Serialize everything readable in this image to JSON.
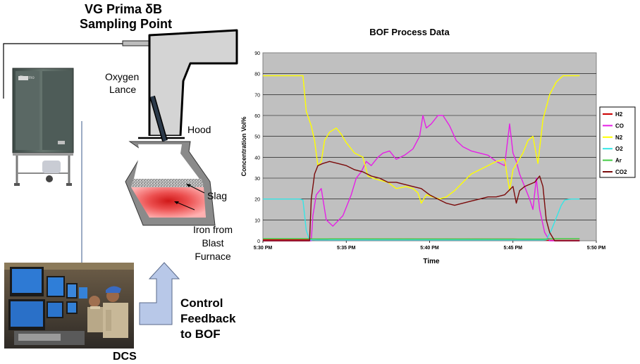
{
  "diagram": {
    "sampling_title_line1": "VG Prima δB",
    "sampling_title_line2": "Sampling Point",
    "oxygen_lance_line1": "Oxygen",
    "oxygen_lance_line2": "Lance",
    "hood": "Hood",
    "slag": "Slag",
    "iron_line1": "Iron from",
    "iron_line2": "Blast",
    "iron_line3": "Furnace",
    "control_line1": "Control",
    "control_line2": "Feedback",
    "control_line3": "to BOF",
    "dcs": "DCS",
    "analyzer_brand": "Thermo",
    "colors": {
      "hood": "#d4d4d4",
      "vessel": "#8a8a8a",
      "iron_center": "#d42020",
      "iron_edge": "#ff9a9a",
      "arrow": "#b8c8e8",
      "cabinet": "#586763"
    }
  },
  "chart_data": {
    "type": "line",
    "title": "BOF Process Data",
    "xlabel": "Time",
    "ylabel": "Concentration Vol%",
    "x_ticks": [
      "5:30 PM",
      "5:35 PM",
      "5:40 PM",
      "5:45 PM",
      "5:50 PM"
    ],
    "x_range_minutes": [
      0,
      20
    ],
    "y_ticks": [
      "0",
      "10",
      "20",
      "30",
      "40",
      "50",
      "60",
      "70",
      "80",
      "90"
    ],
    "ylim": [
      0,
      90
    ],
    "grid": true,
    "plot_background": "#c0c0c0",
    "legend_position": "right",
    "series": [
      {
        "name": "H2",
        "color": "#cc0000",
        "x": [
          0,
          2.9,
          3.0,
          4,
          10,
          15,
          16.6,
          16.9,
          17,
          19
        ],
        "y": [
          0.5,
          0.5,
          0.3,
          0.8,
          0.8,
          0.8,
          0.6,
          0.3,
          0.2,
          0.2
        ]
      },
      {
        "name": "CO",
        "color": "#e61ee6",
        "x": [
          0,
          2.9,
          3.0,
          3.2,
          3.5,
          3.8,
          4.2,
          4.8,
          5.3,
          5.6,
          5.9,
          6.2,
          6.5,
          6.9,
          7.2,
          7.6,
          8.0,
          8.5,
          9.0,
          9.4,
          9.6,
          9.8,
          10.1,
          10.5,
          10.8,
          11.2,
          11.6,
          12.0,
          12.5,
          13.0,
          13.5,
          14.0,
          14.5,
          14.8,
          15.0,
          15.2,
          15.4,
          15.7,
          16.0,
          16.2,
          16.4,
          16.6,
          16.9,
          17.2,
          18,
          19
        ],
        "y": [
          0,
          0,
          12,
          22,
          25,
          10,
          7,
          12,
          22,
          30,
          33,
          38,
          36,
          40,
          42,
          43,
          39,
          41,
          44,
          50,
          60,
          54,
          56,
          60,
          60,
          55,
          48,
          45,
          43,
          42,
          41,
          38,
          36,
          56,
          42,
          38,
          32,
          26,
          20,
          15,
          30,
          15,
          4,
          0,
          0,
          0
        ]
      },
      {
        "name": "N2",
        "color": "#ffff00",
        "x": [
          0,
          2.2,
          2.4,
          2.6,
          2.9,
          3.1,
          3.3,
          3.5,
          3.7,
          4.0,
          4.4,
          4.7,
          5.0,
          5.5,
          6.0,
          6.3,
          6.6,
          7.0,
          7.5,
          8.0,
          8.6,
          9.0,
          9.3,
          9.5,
          9.8,
          10.2,
          10.6,
          11.0,
          11.5,
          12.0,
          12.5,
          13.0,
          13.5,
          14.0,
          14.5,
          14.8,
          15.0,
          15.3,
          15.6,
          15.9,
          16.2,
          16.5,
          16.8,
          17.2,
          17.6,
          18,
          19
        ],
        "y": [
          79,
          79,
          79,
          62,
          55,
          48,
          36,
          38,
          48,
          52,
          54,
          51,
          47,
          42,
          40,
          31,
          30,
          29,
          28,
          25,
          26,
          25,
          23,
          18,
          22,
          21,
          20,
          21,
          24,
          28,
          32,
          34,
          36,
          38,
          39,
          24,
          34,
          38,
          42,
          48,
          50,
          37,
          58,
          70,
          76,
          79,
          79
        ]
      },
      {
        "name": "O2",
        "color": "#33e6e6",
        "x": [
          0,
          2.2,
          2.4,
          2.6,
          2.8,
          17.0,
          17.3,
          17.6,
          17.9,
          18.1,
          18.5,
          19
        ],
        "y": [
          20,
          20,
          19.5,
          5,
          0.4,
          0.4,
          5,
          11,
          17,
          19.5,
          20,
          20
        ]
      },
      {
        "name": "Ar",
        "color": "#44cc44",
        "x": [
          0,
          2.8,
          3.0,
          17.0,
          17.2,
          19
        ],
        "y": [
          1.0,
          1.0,
          0.9,
          0.8,
          1.0,
          1.0
        ]
      },
      {
        "name": "CO2",
        "color": "#7a0a0a",
        "x": [
          0,
          2.8,
          2.9,
          3.1,
          3.3,
          3.6,
          4.0,
          4.5,
          5.0,
          5.5,
          6.0,
          6.5,
          7.0,
          7.5,
          8.0,
          8.5,
          9.0,
          9.5,
          10.0,
          10.5,
          11.0,
          11.5,
          12.0,
          12.5,
          13.0,
          13.5,
          14.0,
          14.5,
          15.0,
          15.2,
          15.4,
          15.7,
          16.0,
          16.3,
          16.6,
          16.8,
          17.0,
          17.2,
          17.5,
          18,
          19
        ],
        "y": [
          0,
          0,
          20,
          32,
          36,
          37,
          38,
          37,
          36,
          34,
          33,
          31,
          30,
          28,
          28,
          27,
          26,
          25,
          22,
          20,
          18,
          17,
          18,
          19,
          20,
          21,
          21,
          22,
          26,
          18,
          24,
          26,
          27,
          28,
          31,
          26,
          10,
          4,
          0,
          0,
          0
        ]
      }
    ]
  }
}
